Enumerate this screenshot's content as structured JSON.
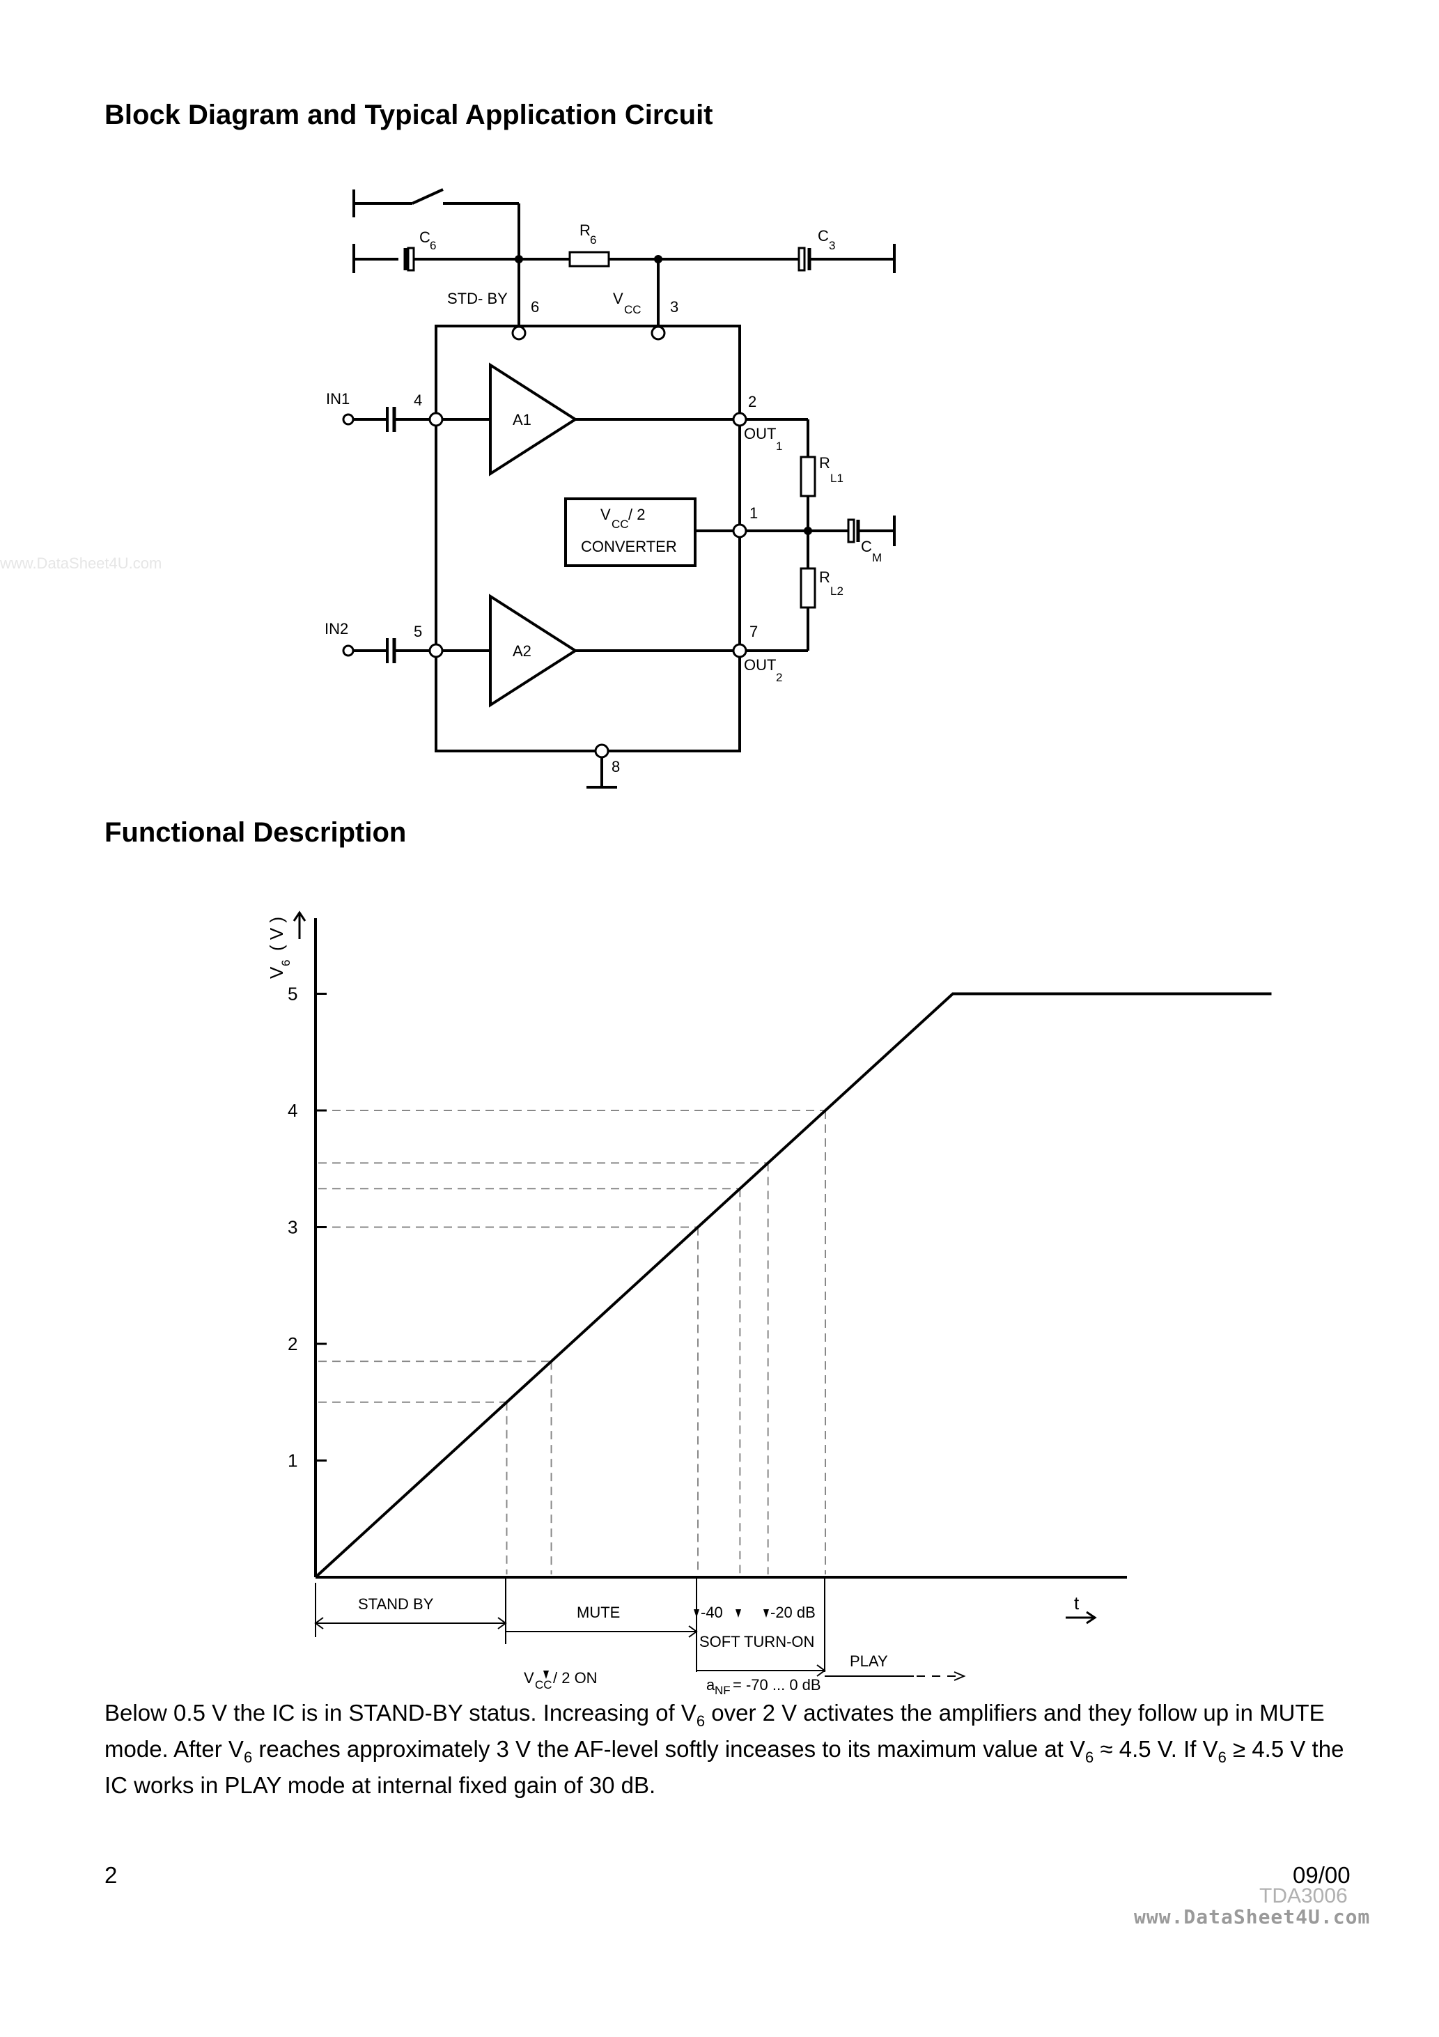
{
  "headings": {
    "block_diagram": "Block Diagram and Typical Application Circuit",
    "functional": "Functional Description"
  },
  "circuit": {
    "c6": "C",
    "c6_sub": "6",
    "r6": "R",
    "r6_sub": "6",
    "c3": "C",
    "c3_sub": "3",
    "std_by": "STD- BY",
    "pin6": "6",
    "vcc": "V",
    "vcc_sub": "CC",
    "pin3": "3",
    "in1": "IN1",
    "pin4": "4",
    "a1": "A1",
    "pin2": "2",
    "out1": "OUT",
    "out1_sub": "1",
    "rl1": "R",
    "rl1_sub": "L1",
    "conv_line1": "V",
    "conv_line1_sub": "CC",
    "conv_line1_tail": " / 2",
    "conv_line2": "CONVERTER",
    "pin1": "1",
    "cm": "C",
    "cm_sub": "M",
    "rl2": "R",
    "rl2_sub": "L2",
    "in2": "IN2",
    "pin5": "5",
    "a2": "A2",
    "pin7": "7",
    "out2": "OUT",
    "out2_sub": "2",
    "pin8": "8"
  },
  "chart_data": {
    "type": "line",
    "ylabel": "V",
    "ylabel_sub": "6",
    "ylabel_unit": "( V )",
    "xlabel": "t",
    "y_ticks": [
      "1",
      "2",
      "3",
      "4",
      "5"
    ],
    "ylim": [
      0,
      5.5
    ],
    "series": [
      {
        "values_x": [
          0,
          1,
          1.1,
          1.5
        ],
        "values_y": [
          0,
          5,
          5,
          5
        ]
      }
    ],
    "thresholds_v": [
      1.5,
      1.85,
      3.0,
      3.33,
      3.55,
      4.0
    ],
    "annotations": {
      "standby": "STAND BY",
      "mute": "MUTE",
      "vcc2_on": "V",
      "vcc2_on_sub": "CC",
      "vcc2_on_tail": "/ 2   ON",
      "minus40": "-40",
      "minus20": "-20 dB",
      "soft": "SOFT TURN-ON",
      "anf": "a",
      "anf_sub": "NF",
      "anf_tail": "= -70 ... 0 dB",
      "play": "PLAY"
    }
  },
  "description": {
    "p1": "Below 0.5 V the IC is in STAND-BY status. Increasing of V",
    "s1": "6",
    "p2": " over 2 V activates the amplifiers and they follow up in MUTE mode. After V",
    "s2": "6",
    "p3": " reaches approximately 3 V the AF-level softly inceases to its maximum value at V",
    "s3": "6",
    "p4": " ≈ 4.5 V. If V",
    "s4": "6",
    "p5": " ≥ 4.5 V the IC works in PLAY mode at internal fixed gain of 30 dB."
  },
  "footer": {
    "page": "2",
    "date": "09/00",
    "part": "TDA3006",
    "watermark": "www.DataSheet4U.com",
    "watermark_left": "www.DataSheet4U.com"
  }
}
